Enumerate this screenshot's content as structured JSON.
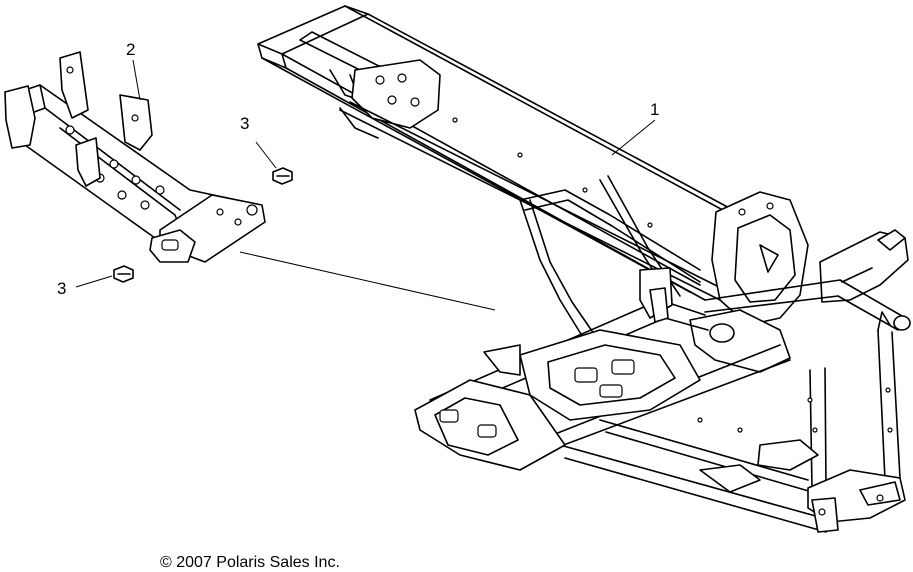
{
  "callouts": [
    {
      "label": "1",
      "part": "main-frame"
    },
    {
      "label": "2",
      "part": "front-frame-section"
    },
    {
      "label": "3",
      "part": "bolt-upper"
    },
    {
      "label": "3",
      "part": "bolt-lower"
    }
  ],
  "copyright": "© 2007 Polaris Sales Inc."
}
